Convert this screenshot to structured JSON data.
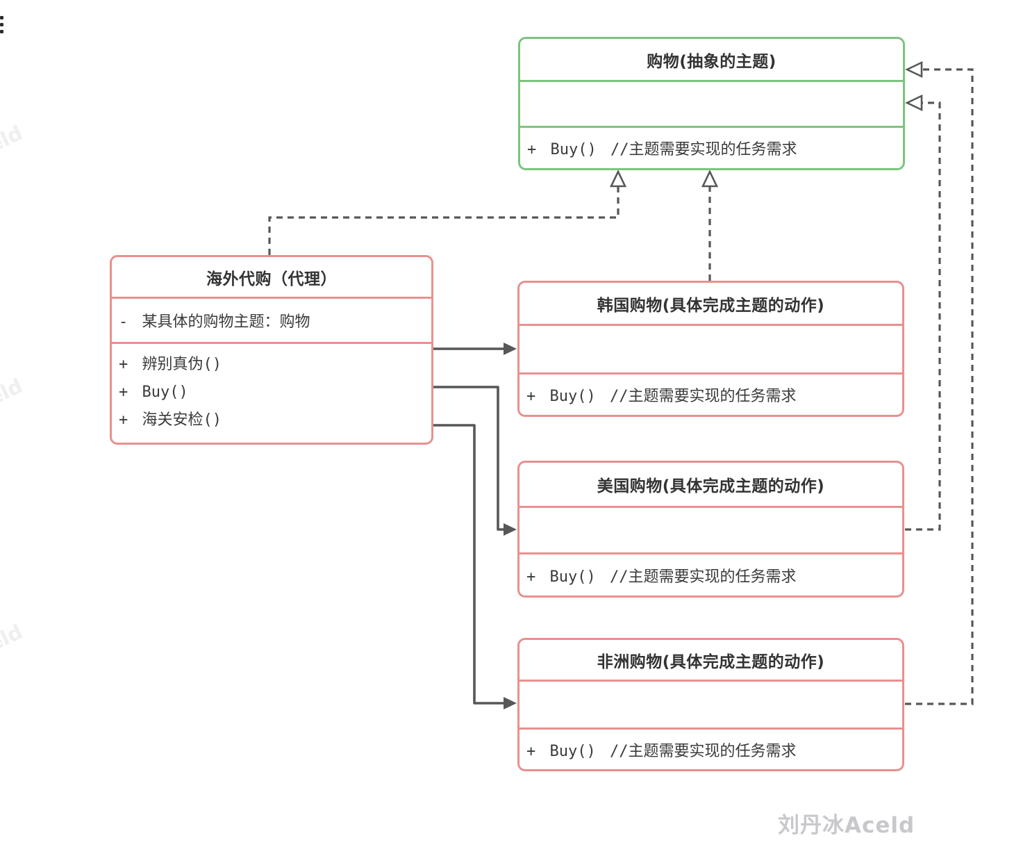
{
  "colors": {
    "abstract_border": "#7cc47e",
    "concrete_border": "#e8908f",
    "line": "#575757",
    "text": "#3a3a3a",
    "watermark": "#c8c8cc"
  },
  "icons": {
    "overflow_menu": "kebab-vertical-dots"
  },
  "classes": {
    "abstract": {
      "title": "购物(抽象的主题)",
      "attributes": [],
      "methods": [
        "+ Buy() //主题需要实现的任务需求"
      ]
    },
    "proxy": {
      "title": "海外代购（代理）",
      "attributes": [
        "- 某具体的购物主题：购物"
      ],
      "methods": [
        "+ 辨别真伪()",
        "+ Buy()",
        "+ 海关安检()"
      ]
    },
    "korea": {
      "title": "韩国购物(具体完成主题的动作)",
      "attributes": [],
      "methods": [
        "+ Buy() //主题需要实现的任务需求"
      ]
    },
    "usa": {
      "title": "美国购物(具体完成主题的动作)",
      "attributes": [],
      "methods": [
        "+ Buy() //主题需要实现的任务需求"
      ]
    },
    "africa": {
      "title": "非洲购物(具体完成主题的动作)",
      "attributes": [],
      "methods": [
        "+ Buy() //主题需要实现的任务需求"
      ]
    }
  },
  "edges": [
    {
      "id": "proxy-realizes-abstract",
      "from": "海外代购（代理）",
      "to": "购物(抽象的主题)",
      "style": "dashed",
      "arrowhead": "hollow-triangle"
    },
    {
      "id": "korea-realizes-abstract",
      "from": "韩国购物(具体完成主题的动作)",
      "to": "购物(抽象的主题)",
      "style": "dashed",
      "arrowhead": "hollow-triangle"
    },
    {
      "id": "usa-realizes-abstract",
      "from": "美国购物(具体完成主题的动作)",
      "to": "购物(抽象的主题)",
      "style": "dashed",
      "arrowhead": "hollow-triangle"
    },
    {
      "id": "africa-realizes-abstract",
      "from": "非洲购物(具体完成主题的动作)",
      "to": "购物(抽象的主题)",
      "style": "dashed",
      "arrowhead": "hollow-triangle"
    },
    {
      "id": "proxy-uses-korea",
      "from": "海外代购（代理）",
      "to": "韩国购物(具体完成主题的动作)",
      "style": "solid",
      "arrowhead": "filled-arrow"
    },
    {
      "id": "proxy-uses-usa",
      "from": "海外代购（代理）",
      "to": "美国购物(具体完成主题的动作)",
      "style": "solid",
      "arrowhead": "filled-arrow"
    },
    {
      "id": "proxy-uses-africa",
      "from": "海外代购（代理）",
      "to": "非洲购物(具体完成主题的动作)",
      "style": "solid",
      "arrowhead": "filled-arrow"
    }
  ],
  "watermark": {
    "signature": "刘丹冰Aceld",
    "edge_fragment": "eld"
  }
}
